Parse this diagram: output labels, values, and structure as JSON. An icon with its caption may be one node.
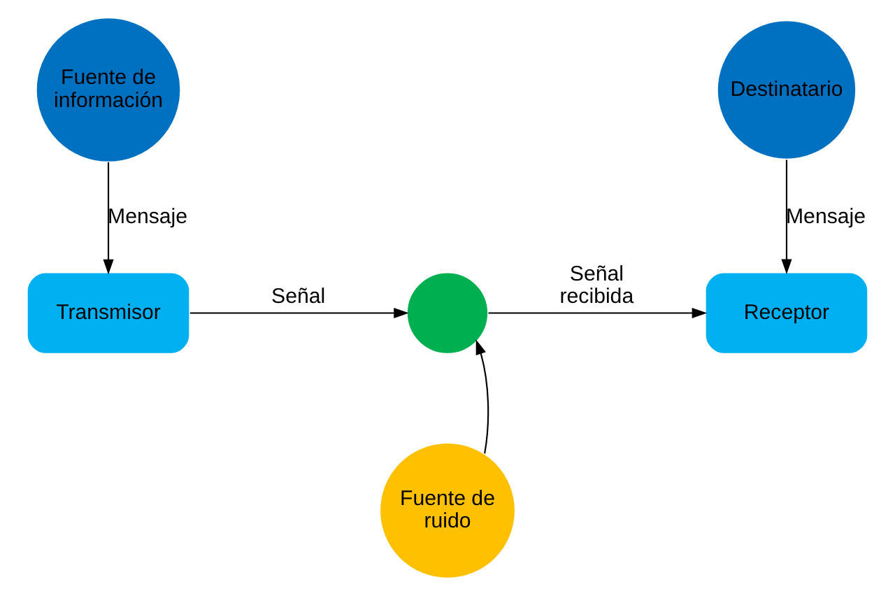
{
  "diagram": {
    "nodes": [
      {
        "text": [
          "Fuente de información"
        ]
      },
      {
        "text": [
          "Destinatario"
        ]
      },
      {
        "text": [
          "Transmisor"
        ]
      },
      {
        "text": [],
        "shape": "circle"
      },
      {
        "text": [
          "Receptor"
        ]
      },
      {
        "text": [
          "Fuente de ruido"
        ]
      }
    ],
    "edges": [
      {
        "from": 0,
        "to": 2,
        "arrow": "to",
        "label": "Mensaje"
      },
      {
        "from": 2,
        "to": 3,
        "arrow": "to",
        "label": "Señal"
      },
      {
        "from": 3,
        "to": 4,
        "arrow": "to",
        "label": "Señal recibida"
      },
      {
        "from": 5,
        "to": 3,
        "arrow": "to"
      },
      {
        "from": 1,
        "to": 4,
        "arrow": "to",
        "label": "Mensaje"
      }
    ]
  }
}
